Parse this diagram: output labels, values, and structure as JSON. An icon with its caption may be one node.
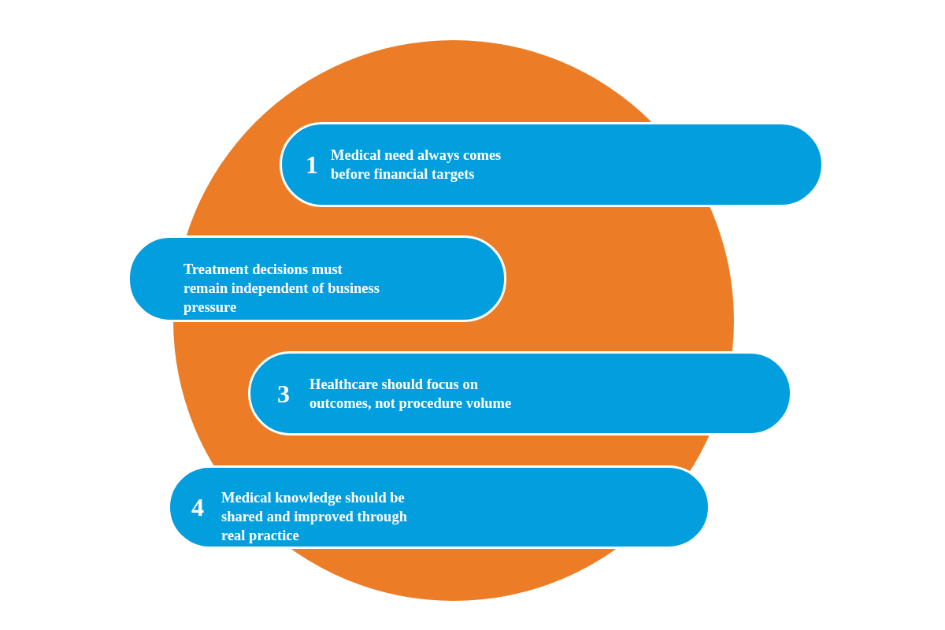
{
  "diagram": {
    "nodes": [
      {
        "text": [
          "1",
          "Medical need always comes before financial targets"
        ]
      },
      {
        "text": [
          "Treatment decisions must remain independent of business pressure"
        ]
      },
      {
        "text": [
          "3",
          "Healthcare should focus on outcomes, not procedure volume"
        ]
      },
      {
        "text": [
          "4",
          "Medical knowledge should be shared and improved through real practice"
        ]
      }
    ],
    "edges": []
  }
}
